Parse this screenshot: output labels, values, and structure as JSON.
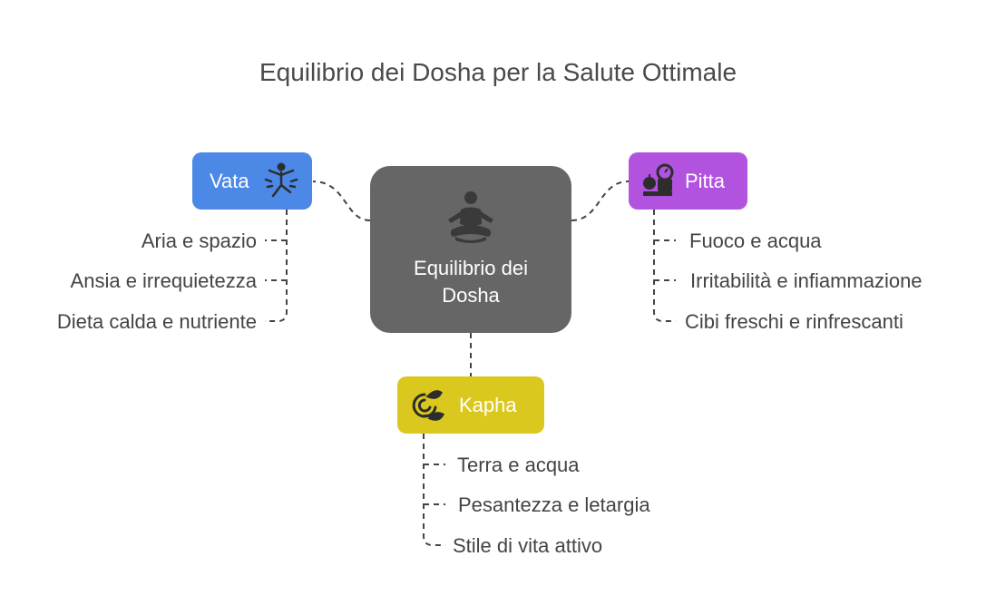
{
  "title": "Equilibrio dei Dosha per la Salute Ottimale",
  "center": {
    "label_line1": "Equilibrio dei",
    "label_line2": "Dosha",
    "icon": "meditation-icon",
    "color": "#666666"
  },
  "branches": {
    "vata": {
      "label": "Vata",
      "icon": "dancing-figure-icon",
      "color": "#4c88e6",
      "items": [
        "Aria e spazio",
        "Ansia e irrequietezza",
        "Dieta calda e nutriente"
      ]
    },
    "pitta": {
      "label": "Pitta",
      "icon": "scale-apple-icon",
      "color": "#b253e0",
      "items": [
        "Fuoco e acqua",
        "Irritabilità e infiammazione",
        "Cibi freschi e rinfrescanti"
      ]
    },
    "kapha": {
      "label": "Kapha",
      "icon": "leaf-spiral-icon",
      "color": "#dbc81f",
      "items": [
        "Terra e acqua",
        "Pesantezza e letargia",
        "Stile di vita attivo"
      ]
    }
  }
}
